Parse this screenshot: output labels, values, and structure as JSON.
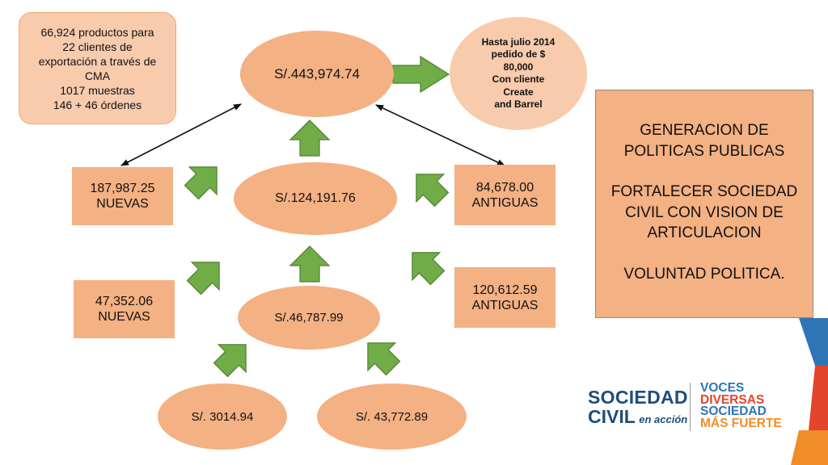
{
  "note_box": {
    "lines": [
      "66,924 productos para",
      "22 clientes de",
      "exportación a través de",
      "CMA",
      "1017 muestras",
      "146 + 46 órdenes"
    ]
  },
  "top_ellipse": {
    "value": "S/.443,974.74"
  },
  "order_circle": {
    "lines": [
      "Hasta julio  2014",
      "pedido de $",
      "80,000",
      "Con cliente",
      "Create",
      "and Barrel"
    ]
  },
  "middle_ellipse": {
    "value": "S/.124,191.76"
  },
  "lower_ellipse": {
    "value": "S/.46,787.99"
  },
  "bottom_left_ellipse": {
    "value": "S/. 3014.94"
  },
  "bottom_right_ellipse": {
    "value": "S/. 43,772.89"
  },
  "box_new_upper": {
    "value": "187,987.25",
    "label": "NUEVAS"
  },
  "box_old_upper": {
    "value": "84,678.00",
    "label": "ANTIGUAS"
  },
  "box_new_lower": {
    "value": "47,352.06",
    "label": "NUEVAS"
  },
  "box_old_lower": {
    "value": "120,612.59",
    "label": "ANTIGUAS"
  },
  "policy_box": {
    "lines_1": [
      "GENERACION DE",
      "POLITICAS PUBLICAS"
    ],
    "lines_2": [
      "FORTALECER SOCIEDAD",
      "CIVIL  CON VISION DE",
      "ARTICULACION"
    ],
    "lines_3": [
      "VOLUNTAD POLITICA."
    ]
  },
  "logo": {
    "brand_line1": "SOCIEDAD",
    "brand_line2": "CIVIL",
    "brand_suffix": "en acción",
    "slogan": [
      {
        "text": "VOCES",
        "color": "#2e75b6"
      },
      {
        "text": "DIVERSAS",
        "color": "#e2452b"
      },
      {
        "text": "SOCIEDAD",
        "color": "#2e75b6"
      },
      {
        "text": "MÁS FUERTE",
        "color": "#f28c28"
      }
    ]
  },
  "colors": {
    "node_fill": "#f4b183",
    "note_fill": "#f8cbad",
    "arrow_green": "#70ad47",
    "brand_blue": "#1f4e79",
    "stripe_blue": "#2e75b6",
    "stripe_red": "#e2452b",
    "stripe_orange": "#f28c28"
  }
}
